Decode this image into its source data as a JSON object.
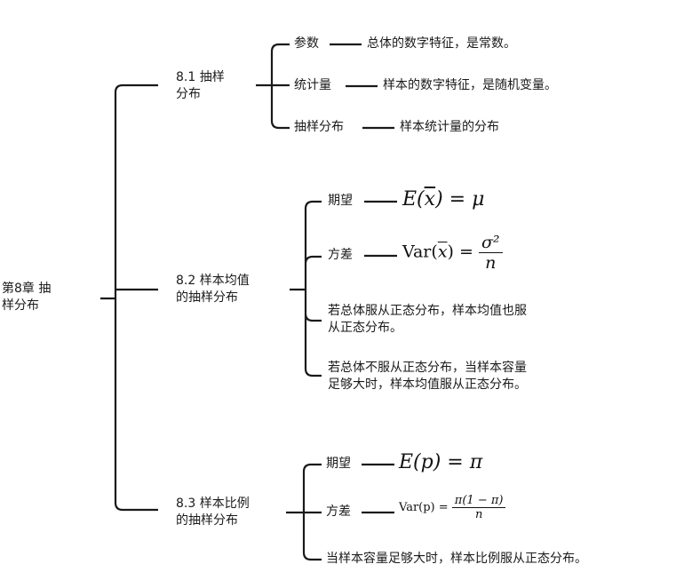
{
  "root": {
    "line1": "第8章 抽",
    "line2": "样分布"
  },
  "sections": [
    {
      "title_line1": "8.1 抽样",
      "title_line2": "分布",
      "items": [
        {
          "label": "参数",
          "desc": "总体的数字特征，是常数。"
        },
        {
          "label": "统计量",
          "desc": "样本的数字特征，是随机变量。"
        },
        {
          "label": "抽样分布",
          "desc": "样本统计量的分布"
        }
      ]
    },
    {
      "title_line1": "8.2 样本均值",
      "title_line2": "的抽样分布",
      "items": [
        {
          "label": "期望",
          "formula_lhs": "E(",
          "formula_var": "x",
          "formula_rhs": ") = μ"
        },
        {
          "label": "方差",
          "formula_lhs": "Var(",
          "formula_var": "x",
          "formula_mid": ") = ",
          "formula_num": "σ²",
          "formula_den": "n"
        },
        {
          "line1": "若总体服从正态分布，样本均值也服",
          "line2": "从正态分布。"
        },
        {
          "line1": "若总体不服从正态分布，当样本容量",
          "line2": "足够大时，样本均值服从正态分布。"
        }
      ]
    },
    {
      "title_line1": "8.3 样本比例",
      "title_line2": "的抽样分布",
      "items": [
        {
          "label": "期望",
          "formula": "E(p) = π"
        },
        {
          "label": "方差",
          "formula_lhs": "Var(p) = ",
          "formula_num": "π(1 − π)",
          "formula_den": "n"
        },
        {
          "text": "当样本容量足够大时，样本比例服从正态分布。"
        }
      ]
    }
  ]
}
